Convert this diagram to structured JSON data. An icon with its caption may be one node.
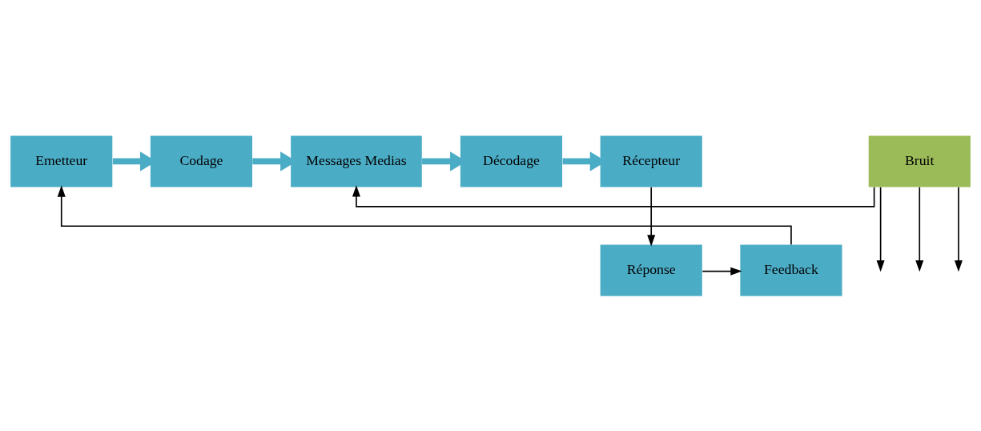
{
  "diagram": {
    "nodes": [
      {
        "text": [
          "Emetteur"
        ]
      },
      {
        "text": [
          "Codage"
        ]
      },
      {
        "text": [
          "Messages Medias"
        ]
      },
      {
        "text": [
          "Décodage"
        ]
      },
      {
        "text": [
          "Récepteur"
        ]
      },
      {
        "text": [
          "Bruit"
        ]
      },
      {
        "text": [
          "Réponse"
        ]
      },
      {
        "text": [
          "Feedback"
        ]
      }
    ],
    "edges": [
      {
        "from": 0,
        "to": 1,
        "arrow": "to",
        "style": "thick",
        "color": "#4bacc6"
      },
      {
        "from": 1,
        "to": 2,
        "arrow": "to",
        "style": "thick",
        "color": "#4bacc6"
      },
      {
        "from": 2,
        "to": 3,
        "arrow": "to",
        "style": "thick",
        "color": "#4bacc6"
      },
      {
        "from": 3,
        "to": 4,
        "arrow": "to",
        "style": "thick",
        "color": "#4bacc6"
      },
      {
        "from": 4,
        "to": 6,
        "arrow": "to"
      },
      {
        "from": 6,
        "to": 7,
        "arrow": "to"
      },
      {
        "from": 7,
        "to": 0,
        "arrow": "to"
      },
      {
        "from": 5,
        "to": 2,
        "arrow": "to"
      },
      {
        "from": 5,
        "to": null,
        "arrow": "to"
      },
      {
        "from": 5,
        "to": null,
        "arrow": "to"
      },
      {
        "from": 5,
        "to": null,
        "arrow": "to"
      }
    ]
  }
}
